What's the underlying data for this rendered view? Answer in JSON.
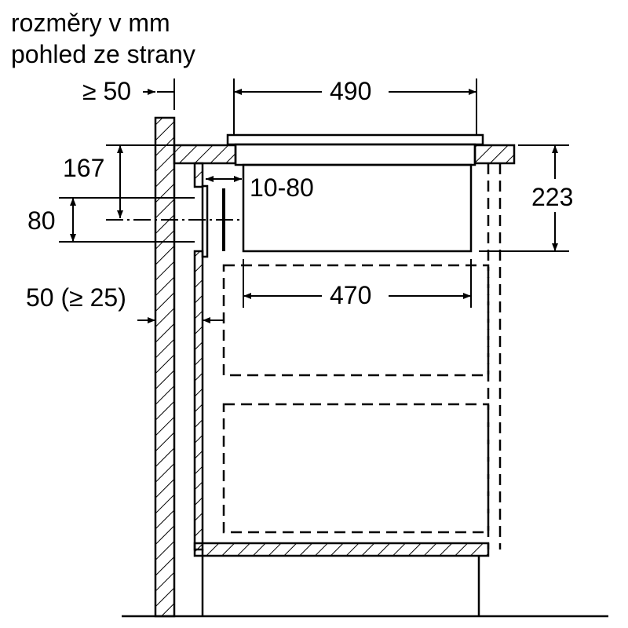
{
  "title": {
    "line1": "rozměry v mm",
    "line2": "pohled ze strany"
  },
  "dimensions": {
    "wall_gap": "≥ 50",
    "hob_width": "490",
    "height_167": "167",
    "duct_offset": "10-80",
    "duct_height": "80",
    "hob_depth": "223",
    "cutout_width": "470",
    "back_gap": "50 (≥ 25)"
  }
}
